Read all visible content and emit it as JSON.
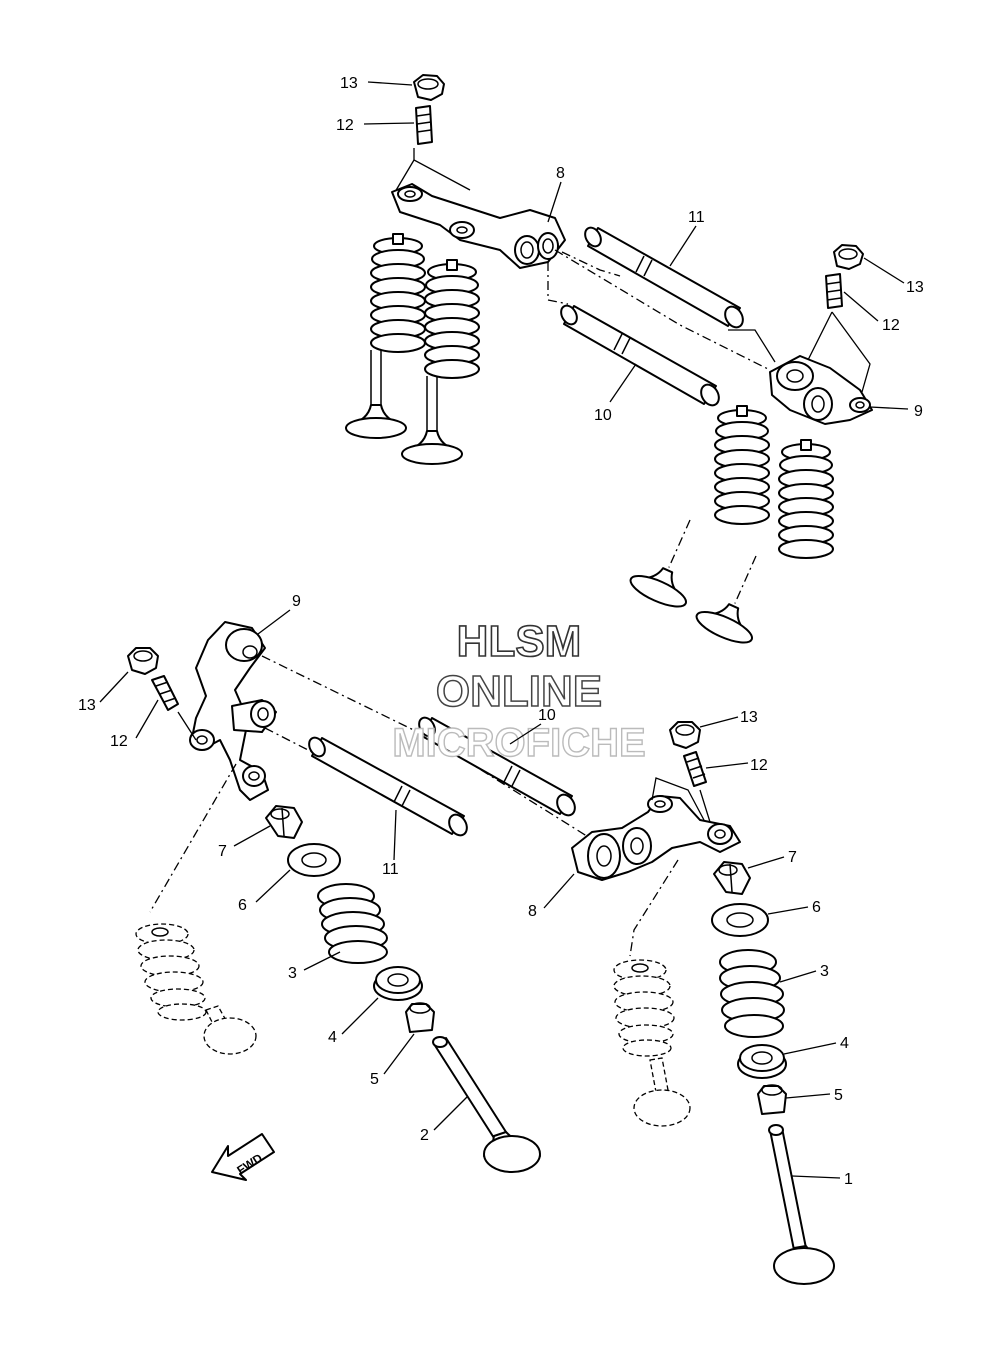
{
  "watermark": {
    "line1": "HLSM",
    "line2": "ONLINE",
    "line3": "MICROFICHE"
  },
  "direction_badge": {
    "label": "FWD",
    "icon": "arrow-fwd-icon"
  },
  "callouts": {
    "top_left_13": "13",
    "top_left_12": "12",
    "top_8": "8",
    "top_11": "11",
    "top_right_13": "13",
    "top_right_12": "12",
    "top_9": "9",
    "top_10": "10",
    "left_9": "9",
    "left_13": "13",
    "left_12": "12",
    "mid_10": "10",
    "left_11": "11",
    "left_7": "7",
    "left_6": "6",
    "left_3": "3",
    "left_4": "4",
    "left_5": "5",
    "left_2": "2",
    "right_13": "13",
    "right_12": "12",
    "right_8": "8",
    "right_7": "7",
    "right_6": "6",
    "right_3": "3",
    "right_4": "4",
    "right_5": "5",
    "right_1": "1"
  }
}
